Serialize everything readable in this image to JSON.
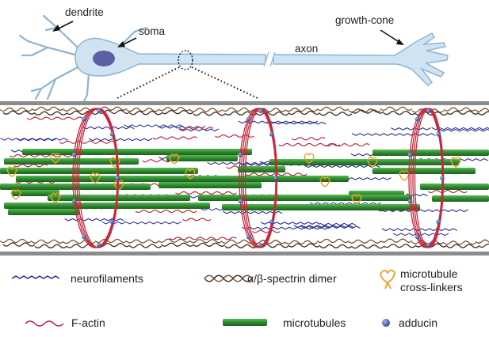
{
  "neuron": {
    "labels": {
      "dendrite": "dendrite",
      "soma": "soma",
      "axon": "axon",
      "growth_cone": "growth-cone"
    }
  },
  "legend": {
    "neurofilaments": "neurofilaments",
    "spectrin": "α/β-spectrin dimer",
    "crosslinkers_line1": "microtubule",
    "crosslinkers_line2": "cross-linkers",
    "factin": "F-actin",
    "microtubules": "microtubules",
    "adducin": "adducin"
  },
  "colors": {
    "cell_fill": "#cfe3f3",
    "cell_outline": "#8fb4cf",
    "nucleus": "#5a5fa6",
    "membrane": "#8c8c8c",
    "neurofilament": "#2b2f8f",
    "spectrin": "#7a5230",
    "factin": "#b0203a",
    "microtubule": "#2e8b2e",
    "crosslinker": "#f0a020",
    "adducin": "#3b63b8",
    "ring": "#c8283c"
  }
}
